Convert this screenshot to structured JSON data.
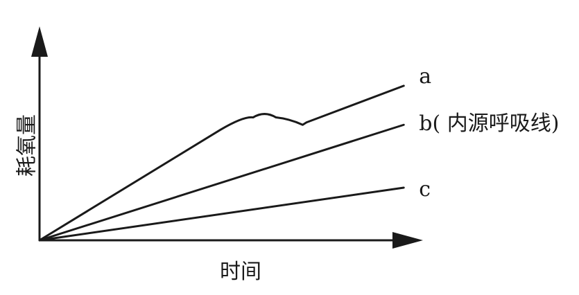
{
  "chart_data": {
    "type": "line",
    "title": "",
    "xlabel": "时间",
    "ylabel": "耗氧量",
    "grid": false,
    "legend": "inline-right",
    "xlim": [
      0,
      10
    ],
    "ylim": [
      0,
      10
    ],
    "series": [
      {
        "name": "a",
        "x": [
          0,
          4.75,
          5.6,
          6.2,
          6.9,
          7.0,
          9.55
        ],
        "y": [
          0,
          5.53,
          6.14,
          6.14,
          5.77,
          5.89,
          7.72
        ]
      },
      {
        "name": "b( 内源呼吸线)",
        "x": [
          0,
          9.55
        ],
        "y": [
          0,
          5.77
        ]
      },
      {
        "name": "c",
        "x": [
          0,
          9.55
        ],
        "y": [
          0,
          2.63
        ]
      }
    ]
  }
}
